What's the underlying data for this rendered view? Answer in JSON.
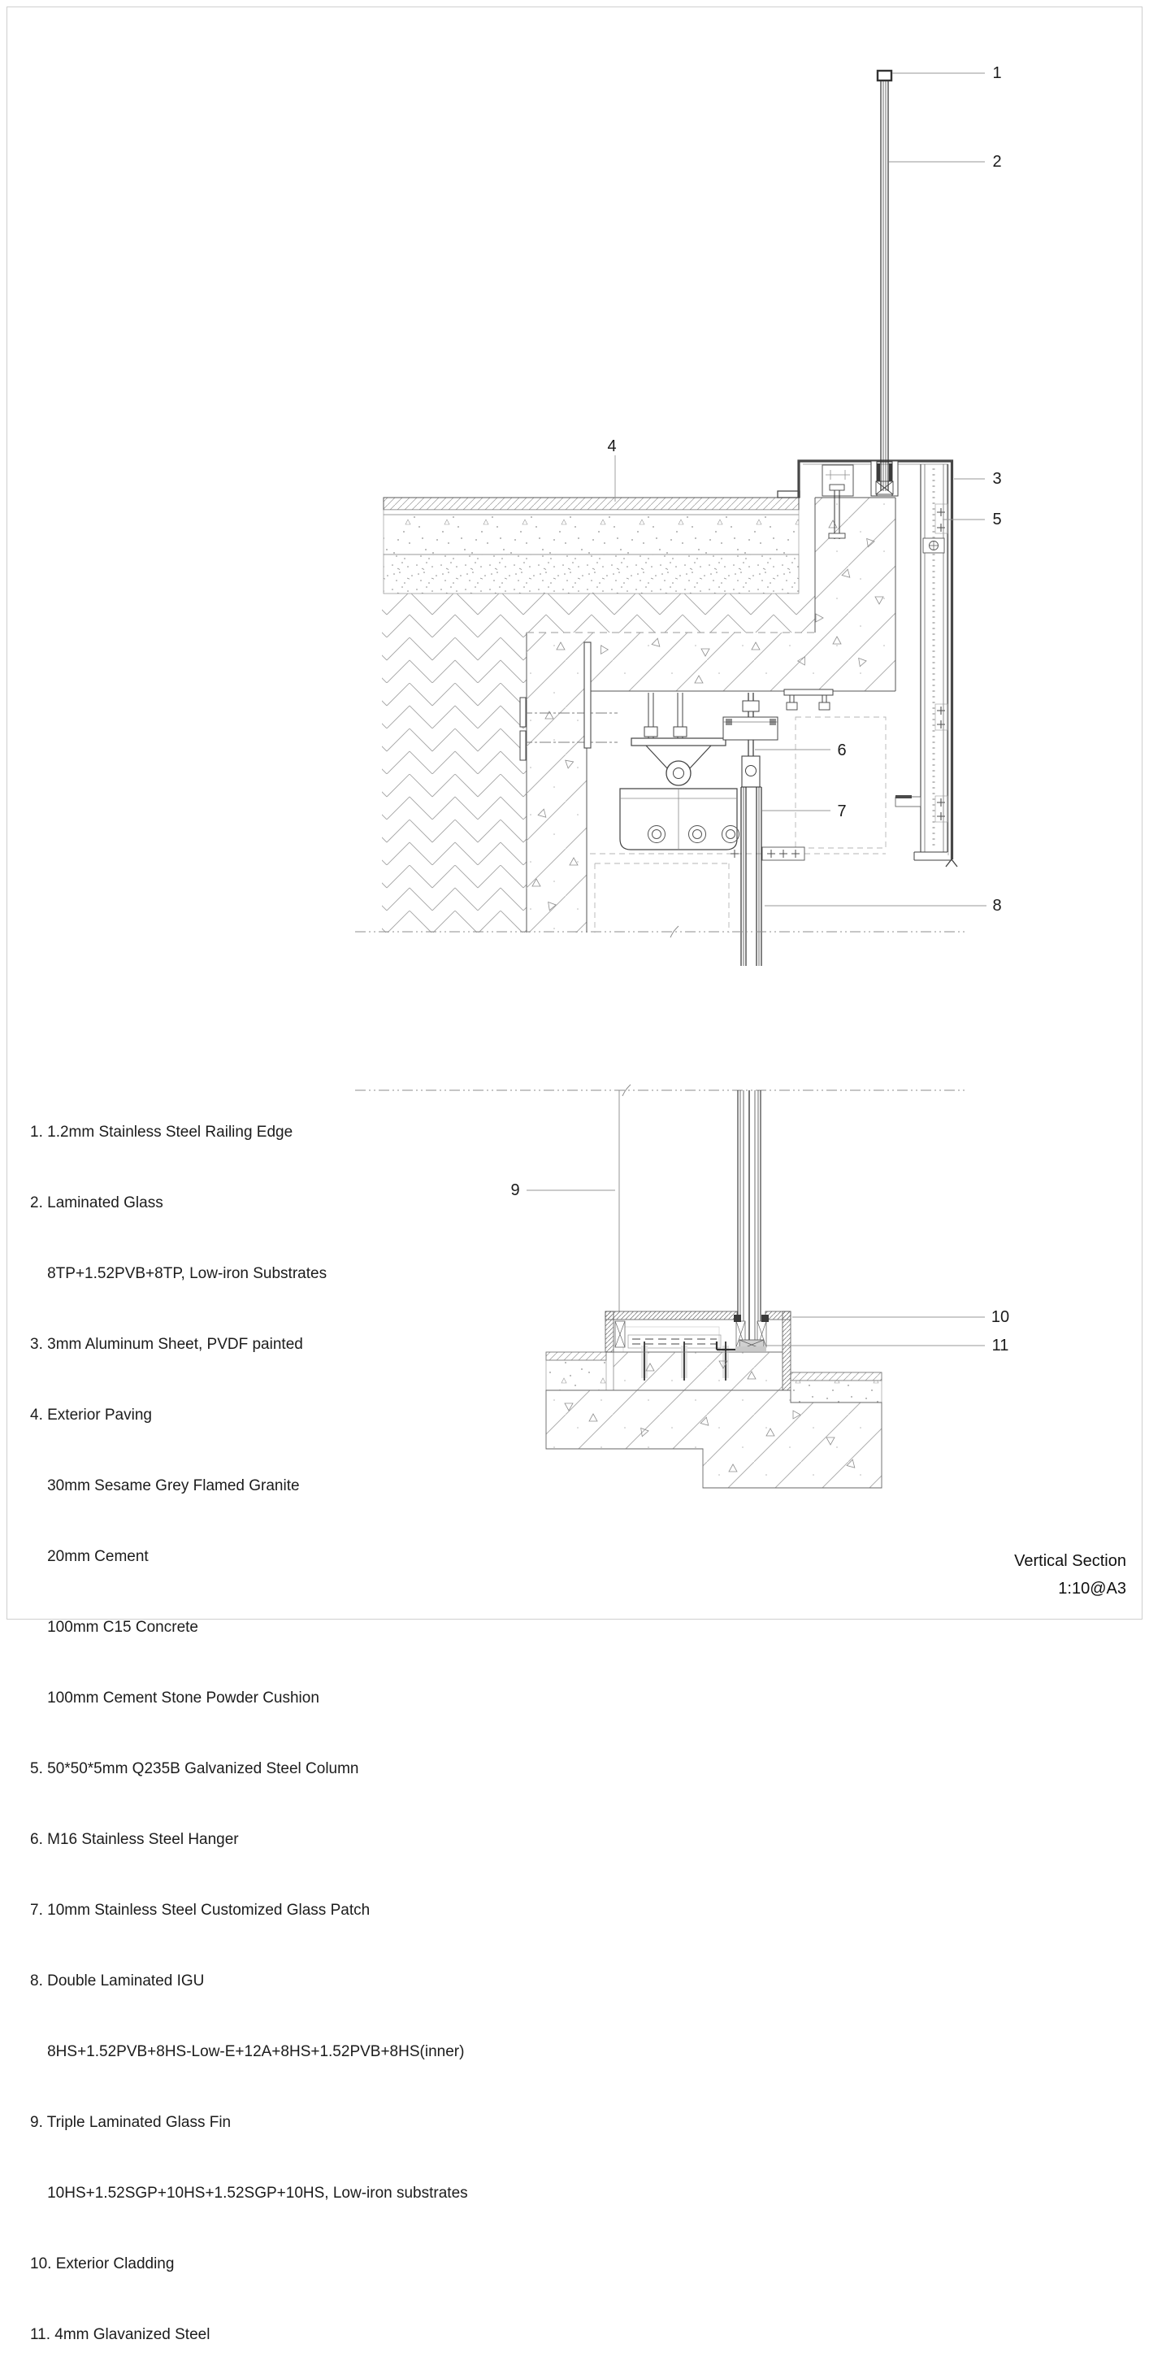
{
  "title": {
    "name": "Vertical Section",
    "scale": "1:10@A3"
  },
  "legend": {
    "lines": [
      "1. 1.2mm Stainless Steel Railing Edge",
      "2. Laminated Glass",
      "    8TP+1.52PVB+8TP, Low-iron Substrates",
      "3. 3mm Aluminum Sheet, PVDF painted",
      "4. Exterior Paving",
      "    30mm Sesame Grey Flamed Granite",
      "    20mm Cement",
      "    100mm C15 Concrete",
      "    100mm Cement Stone Powder Cushion",
      "5. 50*50*5mm Q235B Galvanized Steel Column",
      "6. M16 Stainless Steel Hanger",
      "7. 10mm Stainless Steel Customized Glass Patch",
      "8. Double Laminated IGU",
      "    8HS+1.52PVB+8HS-Low-E+12A+8HS+1.52PVB+8HS(inner)",
      "9. Triple Laminated Glass Fin",
      "    10HS+1.52SGP+10HS+1.52SGP+10HS, Low-iron substrates",
      "10. Exterior Cladding",
      "11. 4mm Glavanized Steel"
    ]
  },
  "callouts": {
    "labels": [
      "1",
      "2",
      "3",
      "4",
      "5",
      "6",
      "7",
      "8",
      "9",
      "10",
      "11"
    ]
  },
  "colors": {
    "line": "#3f3f3f",
    "hatch": "#a8a8a8",
    "leader": "#979797",
    "text": "#1c1c1c"
  }
}
